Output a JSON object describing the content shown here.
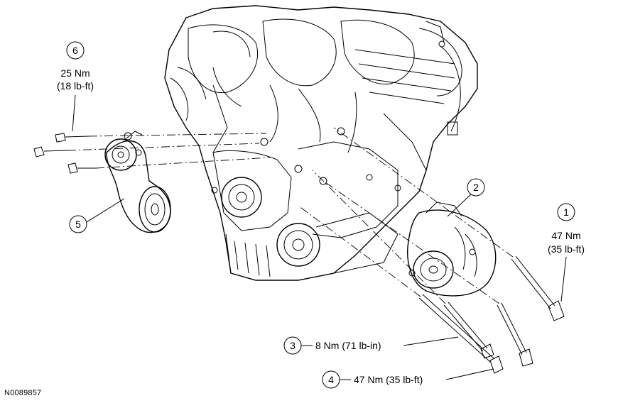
{
  "figure_id": "N0089857",
  "callouts": [
    {
      "number": "1",
      "torque": "47 Nm",
      "torque_alt": "(35 lb-ft)"
    },
    {
      "number": "2"
    },
    {
      "number": "3",
      "torque": "8 Nm (71 lb-in)"
    },
    {
      "number": "4",
      "torque": "47 Nm (35 lb-ft)"
    },
    {
      "number": "5"
    },
    {
      "number": "6",
      "torque": "25 Nm",
      "torque_alt": "(18 lb-ft)"
    }
  ]
}
